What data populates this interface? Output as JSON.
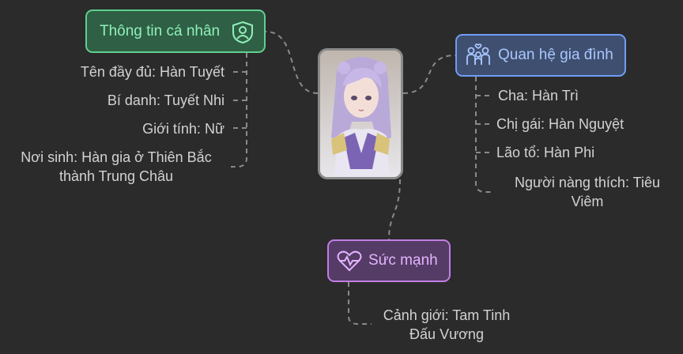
{
  "center": {
    "image_icon": "character-portrait"
  },
  "personal": {
    "title": "Thông tin cá nhân",
    "icon": "user-shield-icon",
    "items": [
      "Tên đầy đủ: Hàn Tuyết",
      "Bí danh: Tuyết Nhi",
      "Giới tính: Nữ",
      "Nơi sinh: Hàn gia ở Thiên Bắc thành Trung Châu"
    ],
    "item_lines": {
      "birthplace_line1": "Nơi sinh: Hàn gia ở Thiên Bắc",
      "birthplace_line2": "thành Trung Châu"
    }
  },
  "family": {
    "title": "Quan hệ gia đình",
    "icon": "family-icon",
    "items": [
      "Cha: Hàn Trì",
      "Chị gái: Hàn Nguyệt",
      "Lão tổ: Hàn Phi",
      "Người nàng thích: Tiêu Viêm"
    ],
    "item_lines": {
      "liked_line1": "Người nàng thích: Tiêu",
      "liked_line2": "Viêm"
    }
  },
  "power": {
    "title": "Sức mạnh",
    "icon": "heartbeat-icon",
    "items": [
      "Cảnh giới: Tam Tinh Đấu Vương"
    ],
    "item_lines": {
      "realm_line1": "Cảnh giới: Tam Tinh",
      "realm_line2": "Đấu Vương"
    }
  },
  "colors": {
    "background": "#2b2b2b",
    "personal_accent": "#5fd08f",
    "family_accent": "#6f9df5",
    "power_accent": "#c27de6",
    "text": "#d2d2d2",
    "connector": "#8a8a8a"
  }
}
